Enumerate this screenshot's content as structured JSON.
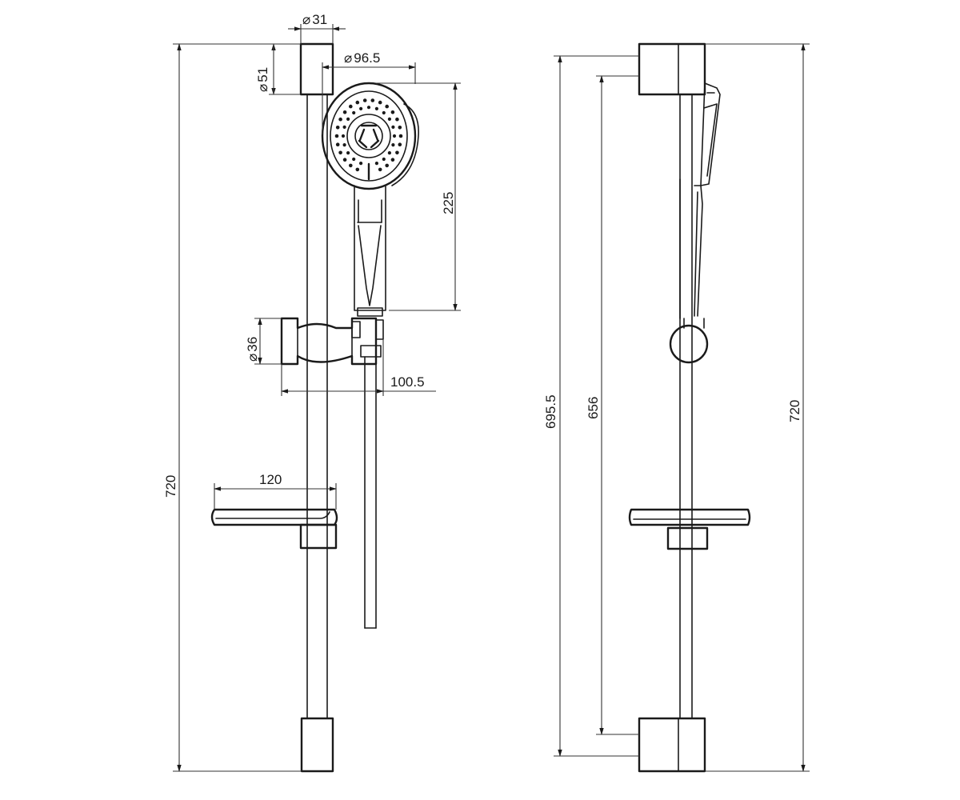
{
  "dimensions": {
    "rail_diameter": "31",
    "bracket_diameter": "51",
    "head_diameter": "96.5",
    "head_length": "225",
    "holder_diameter": "36",
    "holder_projection": "100.5",
    "soap_dish_width": "120",
    "total_height_front": "720",
    "total_height_side": "720",
    "fixing_height": "695.5",
    "fixing_centers": "656"
  },
  "symbols": {
    "diameter": "⌀"
  },
  "colors": {
    "line": "#1a1a1a",
    "background": "#ffffff"
  }
}
